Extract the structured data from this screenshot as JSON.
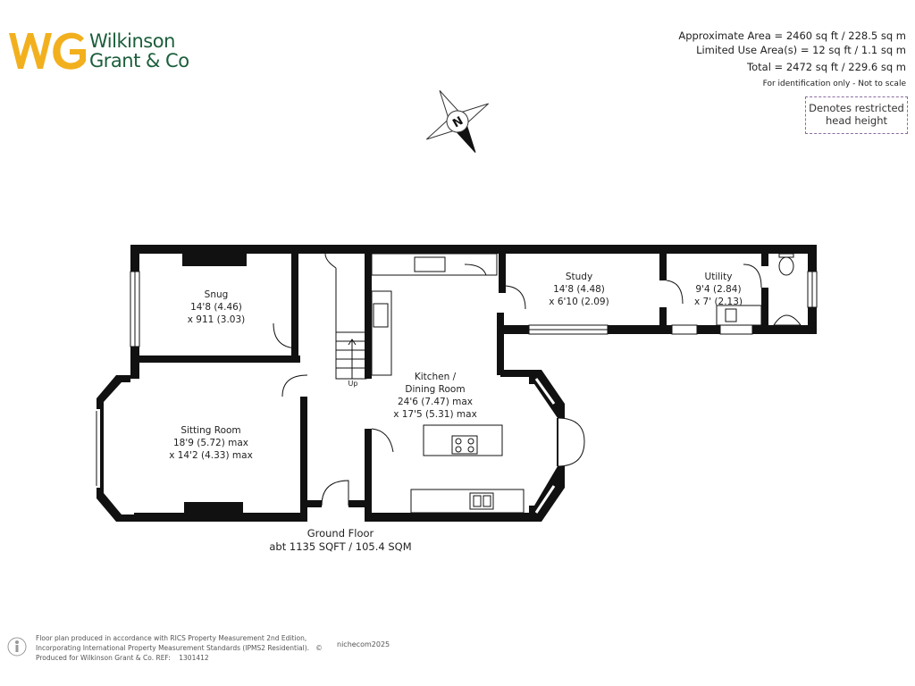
{
  "brand": {
    "mark": "WG",
    "name_line1": "Wilkinson",
    "name_line2": "Grant & Co",
    "colors": {
      "gold": "#f2b01e",
      "green": "#1b5e3b"
    }
  },
  "area": {
    "approximate": "Approximate Area = 2460 sq ft / 228.5 sq m",
    "limited_use": "Limited Use Area(s) = 12 sq ft / 1.1 sq m",
    "total": "Total = 2472 sq ft / 229.6 sq m",
    "note": "For identification only - Not to scale"
  },
  "legend": {
    "restricted_line1": "Denotes restricted",
    "restricted_line2": "head height",
    "restricted_color": "#8a6d9e"
  },
  "compass": {
    "label": "N",
    "icon": "compass-icon"
  },
  "rooms": {
    "snug": {
      "name": "Snug",
      "dim1": "14'8 (4.46)",
      "dim2": "x 911 (3.03)"
    },
    "sitting": {
      "name": "Sitting Room",
      "dim1": "18'9 (5.72) max",
      "dim2": "x 14'2 (4.33) max"
    },
    "kitchen": {
      "name": "Kitchen /",
      "name2": "Dining Room",
      "dim1": "24'6 (7.47) max",
      "dim2": "x 17'5 (5.31) max"
    },
    "study": {
      "name": "Study",
      "dim1": "14'8 (4.48)",
      "dim2": "x 6'10 (2.09)"
    },
    "utility": {
      "name": "Utility",
      "dim1": "9'4 (2.84)",
      "dim2": "x 7' (2.13)"
    },
    "stairs_label": "Up"
  },
  "floor": {
    "name": "Ground Floor",
    "area": "abt 1135 SQFT / 105.4 SQM"
  },
  "footer": {
    "line1": "Floor plan produced in accordance with RICS Property Measurement 2nd Edition,",
    "line2": "Incorporating International Property Measurement Standards (IPMS2 Residential).",
    "line3": "Produced for Wilkinson Grant & Co.   REF:",
    "ref": "1301412",
    "symbol": "©",
    "brand": "nichecom",
    "year": "2025"
  }
}
